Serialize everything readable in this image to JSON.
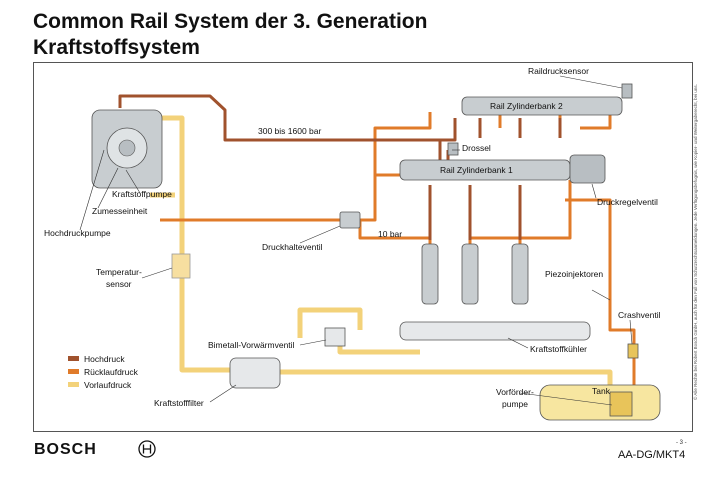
{
  "title": {
    "line1": "Common Rail System der 3. Generation",
    "line2": "Kraftstoffsystem"
  },
  "labels": {
    "raildrucksensor": "Raildrucksensor",
    "rail_zb2": "Rail Zylinderbank 2",
    "pressure_range": "300 bis 1600 bar",
    "drossel": "Drossel",
    "rail_zb1": "Rail Zylinderbank 1",
    "kraftstoffpumpe": "Kraftstoffpumpe",
    "zumesseinheit": "Zumesseinheit",
    "hochdruckpumpe": "Hochdruckpumpe",
    "druckregelventil": "Druckregelventil",
    "druckhalteventil": "Druckhalteventil",
    "ten_bar": "10 bar",
    "temperatursensor_1": "Temperatur-",
    "temperatursensor_2": "sensor",
    "piezoinjektoren": "Piezoinjektoren",
    "crashventil": "Crashventil",
    "bimetall": "Bimetall-Vorwärmventil",
    "kraftstoffkuehler": "Kraftstoffkühler",
    "vorfoerderpumpe_1": "Vorförder-",
    "vorfoerderpumpe_2": "pumpe",
    "tank": "Tank",
    "kraftstofffilter": "Kraftstofffilter"
  },
  "legend": [
    {
      "label": "Hochdruck",
      "color": "#a0522d"
    },
    {
      "label": "Rücklaufdruck",
      "color": "#e07b2a"
    },
    {
      "label": "Vorlaufdruck",
      "color": "#f3d27a"
    }
  ],
  "colors": {
    "high_pressure": "#a0522d",
    "return_pressure": "#e07b2a",
    "supply_pressure": "#f3d27a",
    "component_grey": "#c8cdd0"
  },
  "copyright": "© Alle Rechte bei Robert Bosch GmbH, auch für den Fall von Schutzrechtsanmeldungen. Jede Verfügungsbefugnis, wie Kopier- und Weitergaberecht, bei uns.",
  "footer": {
    "brand": "BOSCH",
    "page": "- 3 -",
    "department": "AA-DG/MKT4"
  }
}
